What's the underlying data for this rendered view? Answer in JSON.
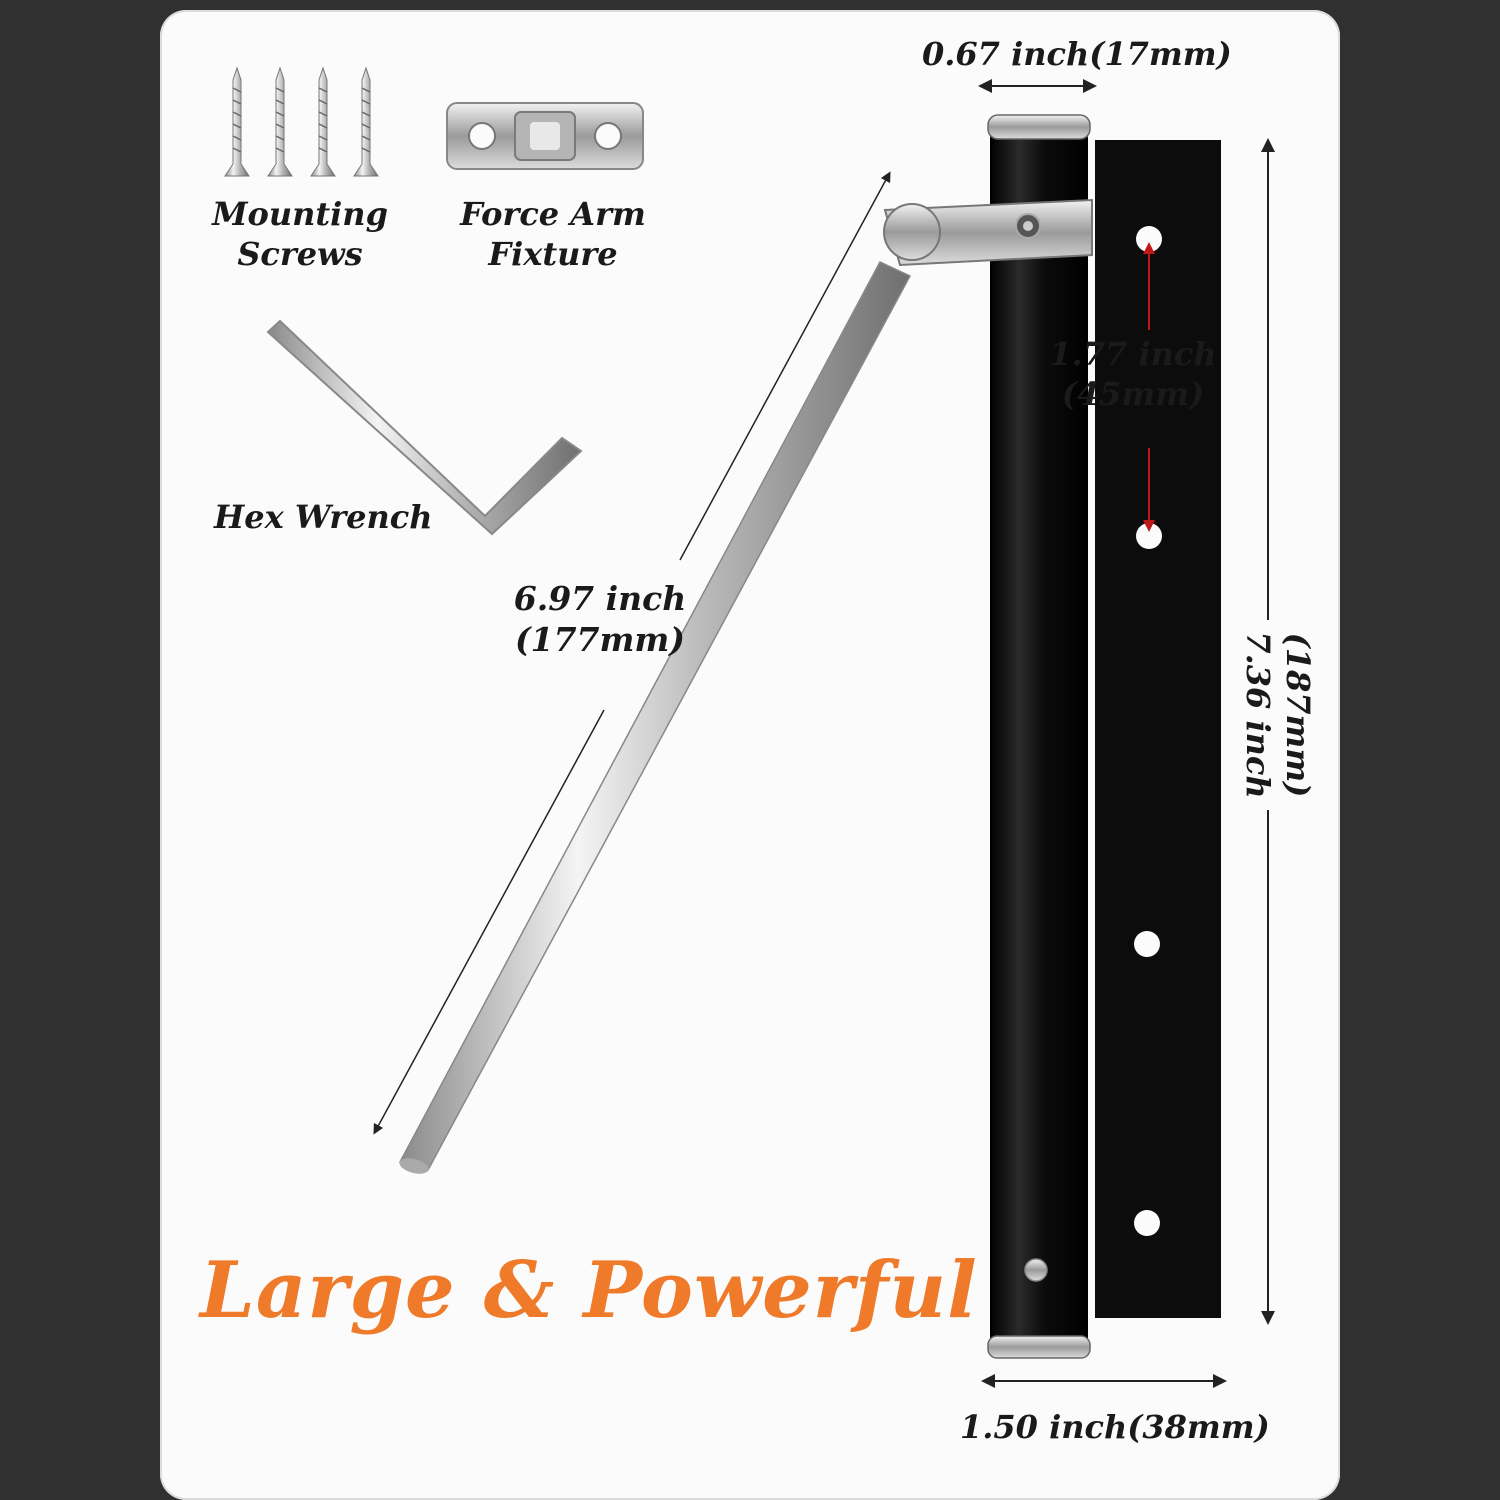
{
  "headline": "Large & Powerful",
  "accessories": {
    "screws_line1": "Mounting",
    "screws_line2": "Screws",
    "fixture_line1": "Force Arm",
    "fixture_line2": "Fixture",
    "wrench": "Hex Wrench"
  },
  "dimensions": {
    "top_width": "0.67 inch(17mm)",
    "hole_spacing_line1": "1.77 inch",
    "hole_spacing_line2": "(45mm)",
    "arm_length_line1": "6.97 inch",
    "arm_length_line2": "(177mm)",
    "height_line1": "7.36 inch",
    "height_line2": "(187mm)",
    "bottom_width": "1.50 inch(38mm)"
  },
  "colors": {
    "accent": "#ee7a2a",
    "body": "#111111",
    "steel": "#c8c8c8",
    "measure_arrow": "#c01818"
  }
}
